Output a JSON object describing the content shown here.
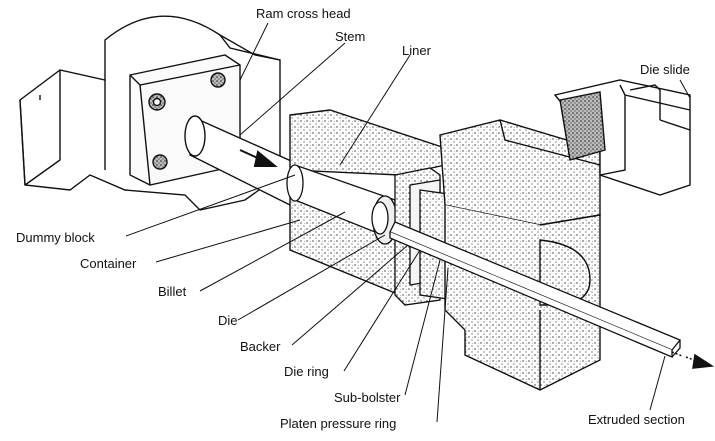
{
  "labels": {
    "ram_cross_head": "Ram cross head",
    "stem": "Stem",
    "liner": "Liner",
    "die_slide": "Die slide",
    "dummy_block": "Dummy block",
    "container": "Container",
    "billet": "Billet",
    "die": "Die",
    "backer": "Backer",
    "die_ring": "Die ring",
    "sub_bolster": "Sub-bolster",
    "platen_pressure_ring": "Platen pressure ring",
    "extruded_section": "Extruded section"
  }
}
